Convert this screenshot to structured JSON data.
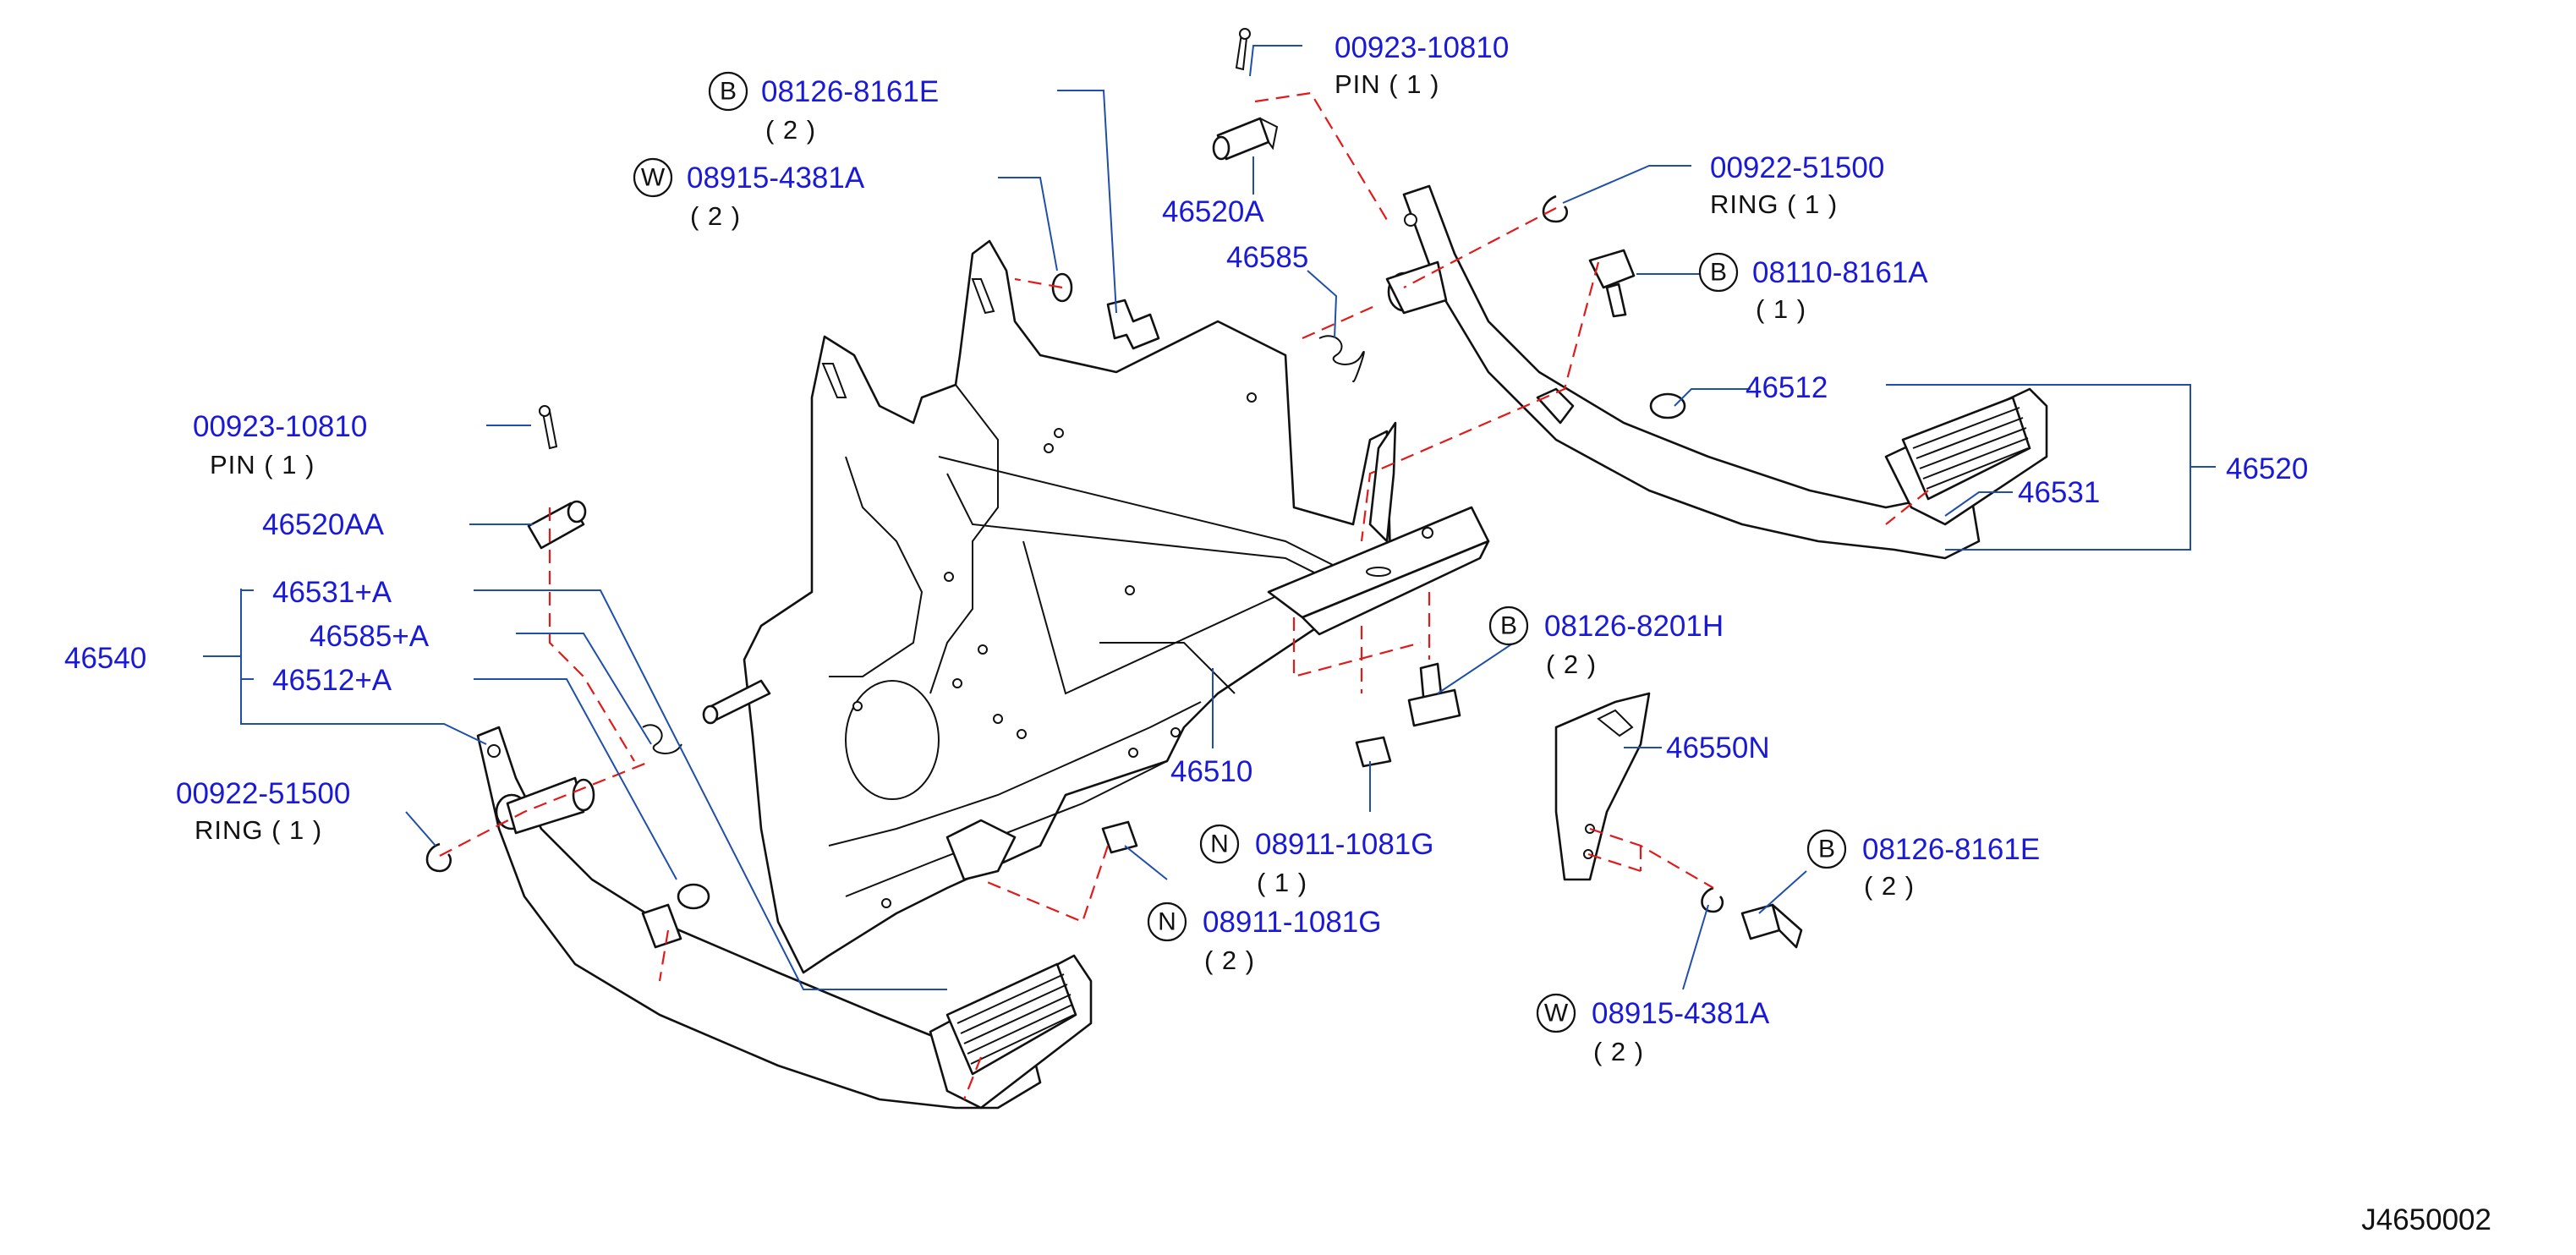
{
  "diagram_ref": "J4650002",
  "colors": {
    "part_number": "#1a1ad6",
    "leader": "#1f4fa8",
    "hidden_line": "#e11a1a",
    "outline": "#111111"
  },
  "callouts": {
    "c1": {
      "badge": "B",
      "part": "08126-8161E",
      "qty": "( 2 )"
    },
    "c2": {
      "badge": "W",
      "part": "08915-4381A",
      "qty": "( 2 )"
    },
    "c3": {
      "part": "00923-10810",
      "qty": "PIN    ( 1 )"
    },
    "c4": {
      "part": "46520A"
    },
    "c5": {
      "part": "46585"
    },
    "c6": {
      "part": "00922-51500",
      "qty": "RING    ( 1 )"
    },
    "c7": {
      "badge": "B",
      "part": "08110-8161A",
      "qty": "( 1 )"
    },
    "c8": {
      "part": "46512"
    },
    "c9": {
      "part": "46520"
    },
    "c10": {
      "part": "46531"
    },
    "c11": {
      "part": "00923-10810",
      "qty": "PIN  ( 1 )"
    },
    "c12": {
      "part": "46520AA"
    },
    "c13": {
      "part": "46531+A"
    },
    "c14": {
      "part": "46585+A"
    },
    "c15": {
      "part": "46512+A"
    },
    "c16": {
      "part": "46540"
    },
    "c17": {
      "badge": "B",
      "part": "08126-8201H",
      "qty": "( 2 )"
    },
    "c18": {
      "part": "46510"
    },
    "c19": {
      "part": "46550N"
    },
    "c20": {
      "part": "00922-51500",
      "qty": "RING  ( 1 )"
    },
    "c21": {
      "badge": "N",
      "part": "08911-1081G",
      "qty": "( 1 )"
    },
    "c22": {
      "badge": "N",
      "part": "08911-1081G",
      "qty": "( 2 )"
    },
    "c23": {
      "badge": "B",
      "part": "08126-8161E",
      "qty": "( 2 )"
    },
    "c24": {
      "badge": "W",
      "part": "08915-4381A",
      "qty": "( 2 )"
    }
  }
}
